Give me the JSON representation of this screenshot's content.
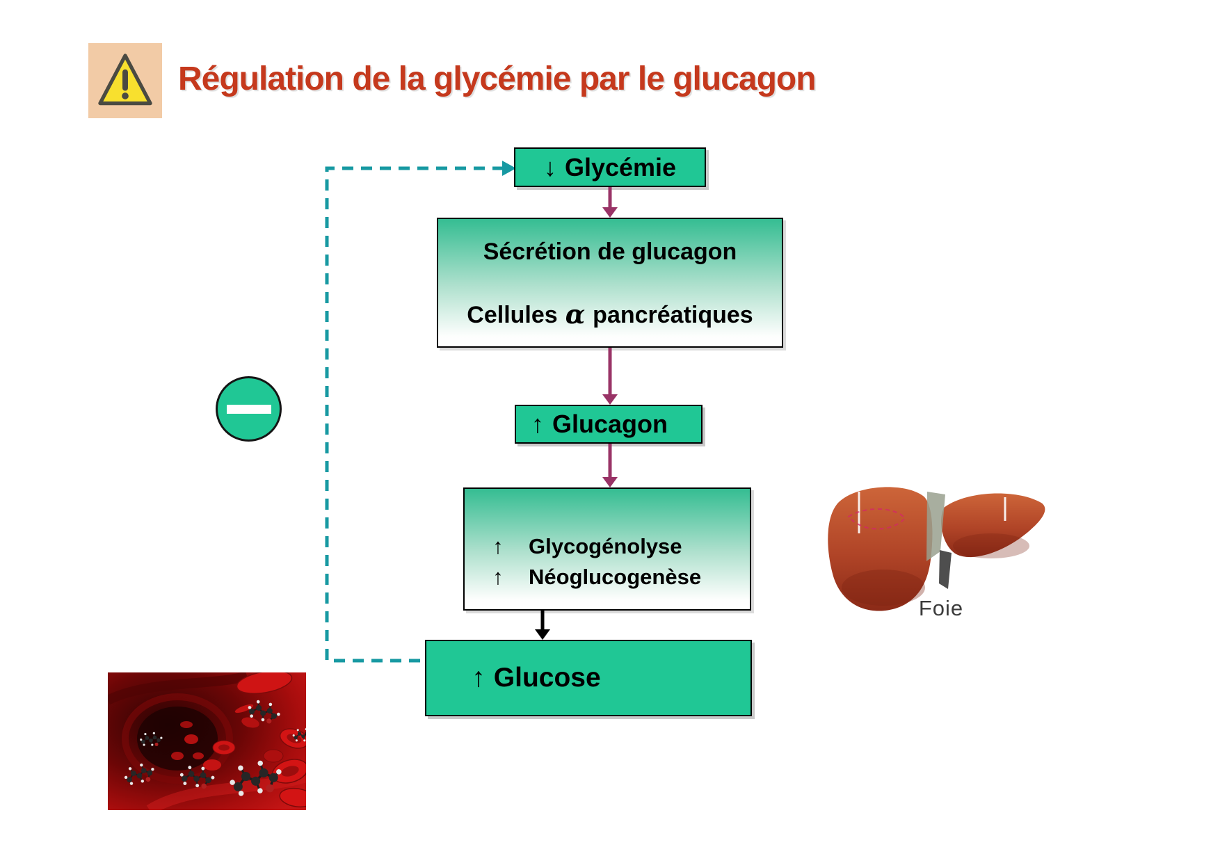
{
  "header": {
    "title": "Régulation de la glycémie par le glucagon"
  },
  "flow": {
    "glycemie": {
      "arrow": "↓",
      "label": "Glycémie"
    },
    "secretion": {
      "line1": "Sécrétion de glucagon",
      "line2_word1": "Cellules",
      "line2_alpha": "α",
      "line2_word2": "pancréatiques"
    },
    "glucagon": {
      "arrow": "↑",
      "label": "Glucagon"
    },
    "effects": {
      "rows": [
        {
          "arrow": "↑",
          "label": "Glycogénolyse"
        },
        {
          "arrow": "↑",
          "label": "Néoglucogenèse"
        }
      ]
    },
    "glucose": {
      "arrow": "↑",
      "label": "Glucose"
    }
  },
  "liver": {
    "caption": "Foie"
  },
  "colors": {
    "title": "#c5391d",
    "box_teal": "#20c795",
    "gradient_top": "#35bd92",
    "arrow_purple": "#993366",
    "arrow_black": "#000000",
    "dashed_teal": "#1799a2",
    "warning_bg": "#f2cba6",
    "warning_yellow": "#f8e02e"
  }
}
